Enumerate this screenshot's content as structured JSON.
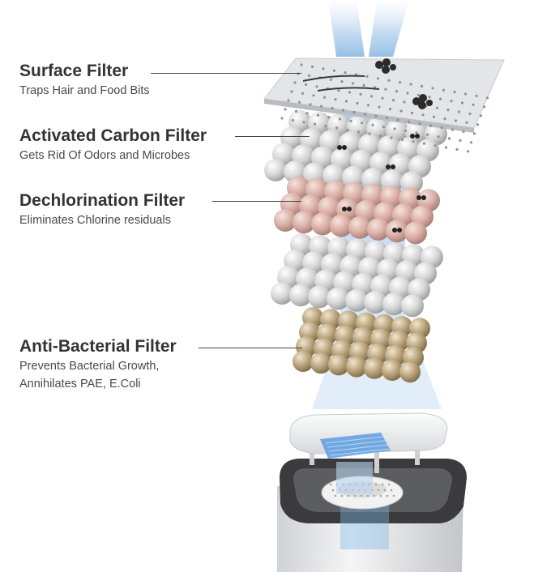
{
  "labels": [
    {
      "title": "Surface Filter",
      "lines": [
        "Traps Hair and Food Bits"
      ]
    },
    {
      "title": "Activated Carbon Filter",
      "lines": [
        "Gets Rid Of Odors and Microbes"
      ]
    },
    {
      "title": "Dechlorination Filter",
      "lines": [
        "Eliminates Chlorine residuals"
      ]
    },
    {
      "title": "Anti-Bacterial Filter",
      "lines": [
        "Prevents Bacterial Growth,",
        "Annihilates PAE, E.Coli"
      ]
    }
  ],
  "colors": {
    "water": "#7fb6e6",
    "grey_ball": "#d8d8d8",
    "pink_ball": "#ddb5ad",
    "gold_ball": "#b9a47a",
    "plate": "#e4e6e8",
    "base_dark": "#3b3b3d"
  },
  "icons": [
    "surface-filter-plate",
    "carbon-ball-layer",
    "dechlorination-ball-layer",
    "antibacterial-ball-layer",
    "fountain-base"
  ]
}
